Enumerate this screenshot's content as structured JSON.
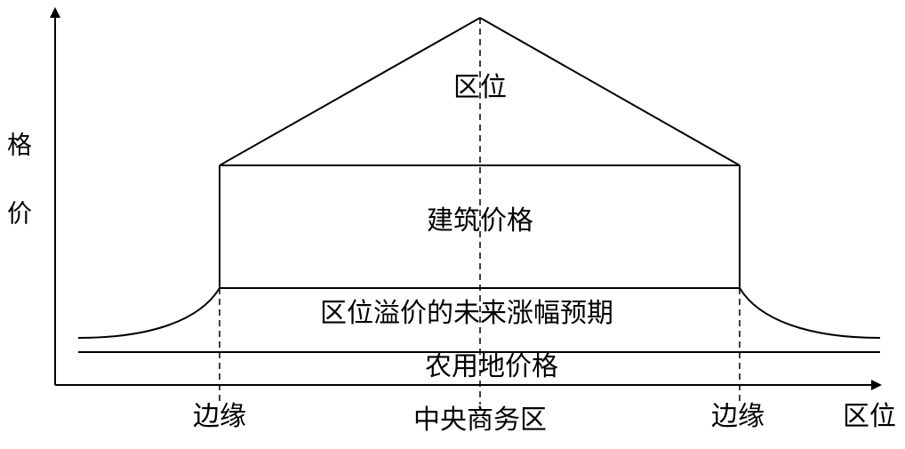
{
  "axes": {
    "y_label_chars": [
      "价",
      "格"
    ],
    "x_label": "区位"
  },
  "regions": {
    "location": "区位",
    "building_price": "建筑价格",
    "expected_appreciation": "区位溢价的未来涨幅预期",
    "farmland_price": "农用地价格"
  },
  "x_ticks": {
    "left_edge": "边缘",
    "center": "中央商务区",
    "right_edge": "边缘"
  },
  "colors": {
    "line": "#000000",
    "background": "#ffffff"
  }
}
